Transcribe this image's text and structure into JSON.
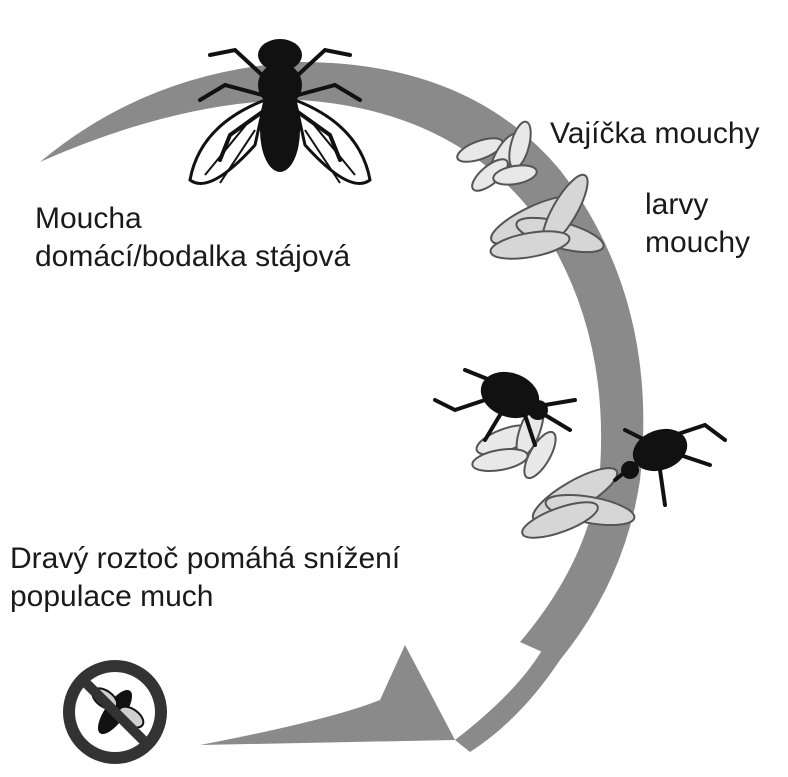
{
  "labels": {
    "eggs": "Vajíčka mouchy",
    "larvae_line1": "larvy",
    "larvae_line2": "mouchy",
    "adult_line1": "Moucha",
    "adult_line2": "domácí/bodalka stájová",
    "mite_line1": "Dravý roztoč pomáhá snížení",
    "mite_line2": "populace much"
  },
  "icons": [
    "house-fly-icon",
    "fly-eggs-icon",
    "fly-larvae-icon",
    "predatory-mite-icon",
    "no-fly-icon"
  ],
  "colors": {
    "cycle_arrow": "#8a8a8a",
    "ink": "#111111",
    "outline": "#ffffff"
  }
}
